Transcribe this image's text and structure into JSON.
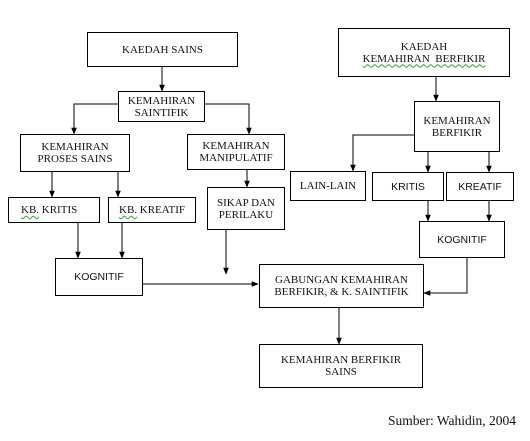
{
  "nodes": {
    "kaedah_sains": "KAEDAH SAINS",
    "kemahiran_saintifik": "KEMAHIRAN\nSAINTIFIK",
    "kemahiran_proses_sains": "KEMAHIRAN\nPROSES SAINS",
    "kemahiran_manipulatif": "KEMAHIRAN\nMANIPULATIF",
    "kb_kritis_prefix": "KB.",
    "kb_kritis_rest": " KRITIS",
    "kb_kreatif_prefix": "KB.",
    "kb_kreatif_rest": " KREATIF",
    "sikap_dan_perilaku": "SIKAP DAN\nPERILAKU",
    "kognitif_left": "KOGNITIF",
    "kaedah_line1": "KAEDAH",
    "kaedah_line2": "KEMAHIRAN  BERFIKIR",
    "kemahiran_berfikir": "KEMAHIRAN\nBERFIKIR",
    "lain_lain": "LAIN-LAIN",
    "kritis": "KRITIS",
    "kreatif": "KREATIF",
    "kognitif_right": "KOGNITIF",
    "gabungan": "GABUNGAN KEMAHIRAN\nBERFIKIR, & K. SAINTIFIK",
    "kemahiran_berfikir_sains": "KEMAHIRAN BERFIKIR\nSAINS"
  },
  "source": "Sumber: Wahidin, 2004"
}
